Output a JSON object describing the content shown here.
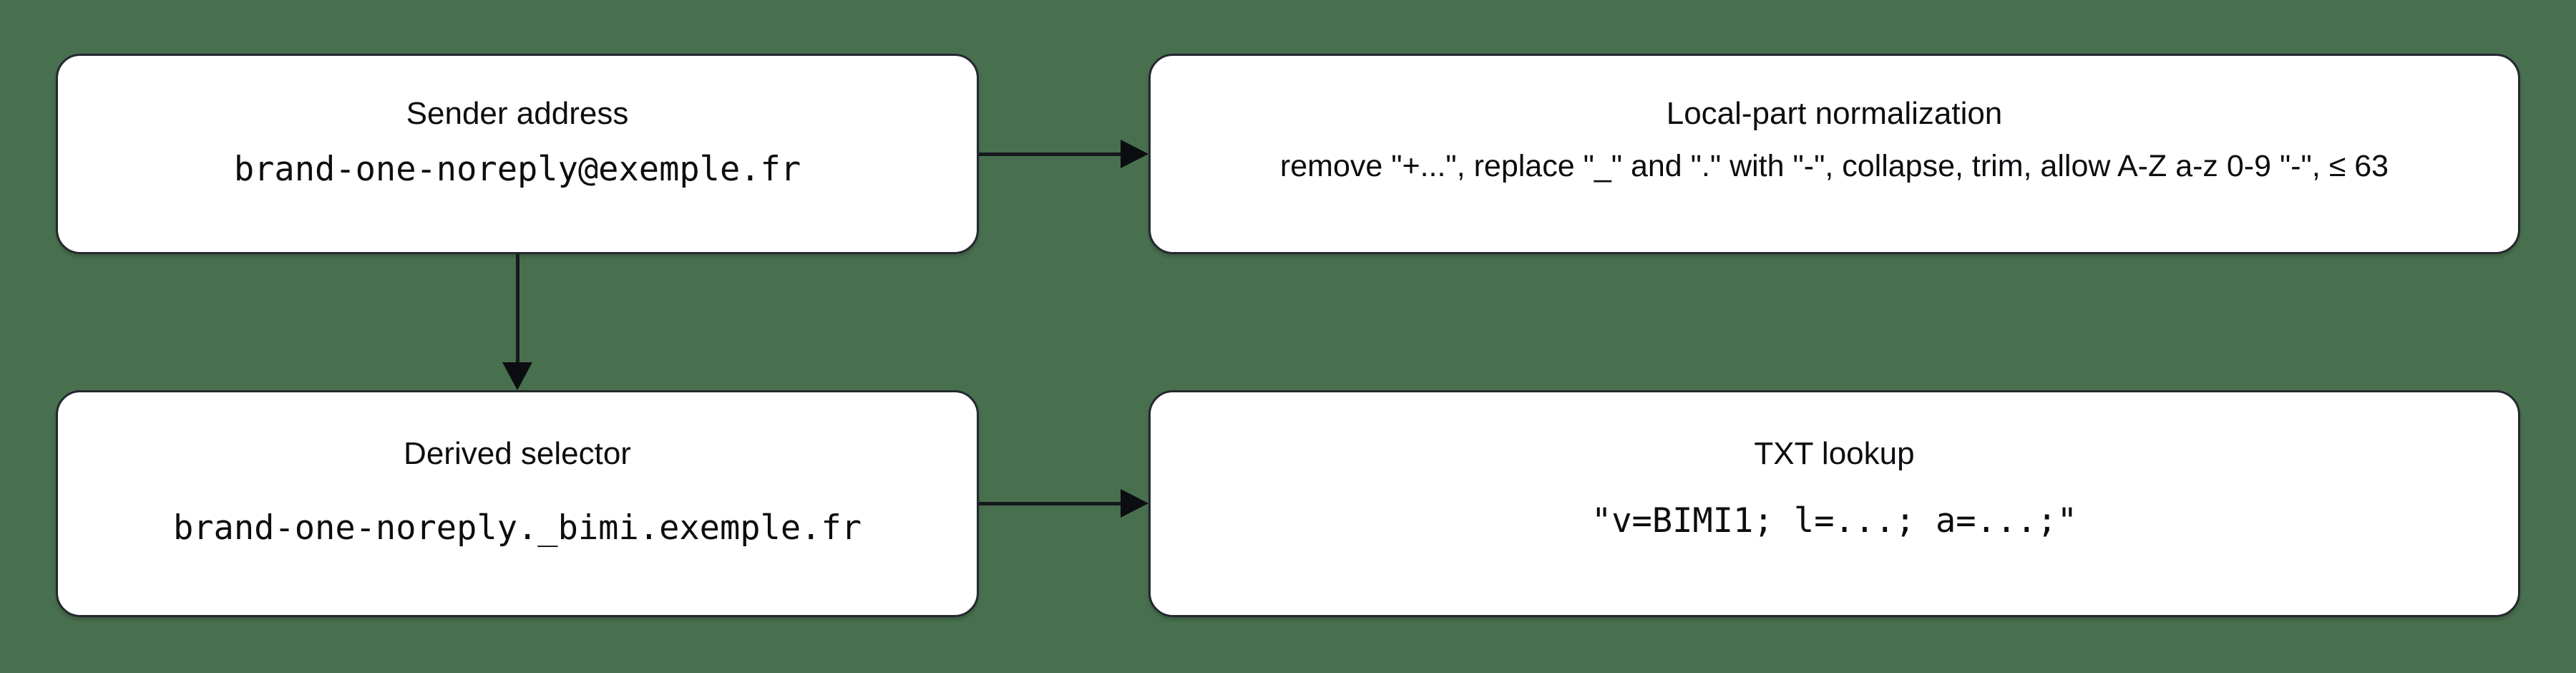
{
  "colors": {
    "background": "#48704e",
    "node_fill": "#ffffff",
    "node_border": "#242830",
    "edge": "#16191e",
    "text": "#0b0d10"
  },
  "diagram": {
    "type": "flowchart",
    "nodes": [
      {
        "id": "sender",
        "title": "Sender address",
        "value": "brand-one-noreply@exemple.fr",
        "value_style": "monospace"
      },
      {
        "id": "norm",
        "title": "Local-part normalization",
        "value": "remove \"+...\", replace \"_\" and \".\" with \"-\", collapse, trim, allow A-Z a-z 0-9 \"-\", ≤ 63",
        "value_style": "sans"
      },
      {
        "id": "selector",
        "title": "Derived selector",
        "value": "brand-one-noreply._bimi.exemple.fr",
        "value_style": "monospace"
      },
      {
        "id": "txt",
        "title": "TXT lookup",
        "value": "\"v=BIMI1; l=...; a=...;\"",
        "value_style": "monospace"
      }
    ],
    "edges": [
      {
        "from": "Sender address",
        "to": "Local-part normalization",
        "direction": "right"
      },
      {
        "from": "Sender address",
        "to": "Derived selector",
        "direction": "down"
      },
      {
        "from": "Derived selector",
        "to": "TXT lookup",
        "direction": "right"
      }
    ]
  }
}
